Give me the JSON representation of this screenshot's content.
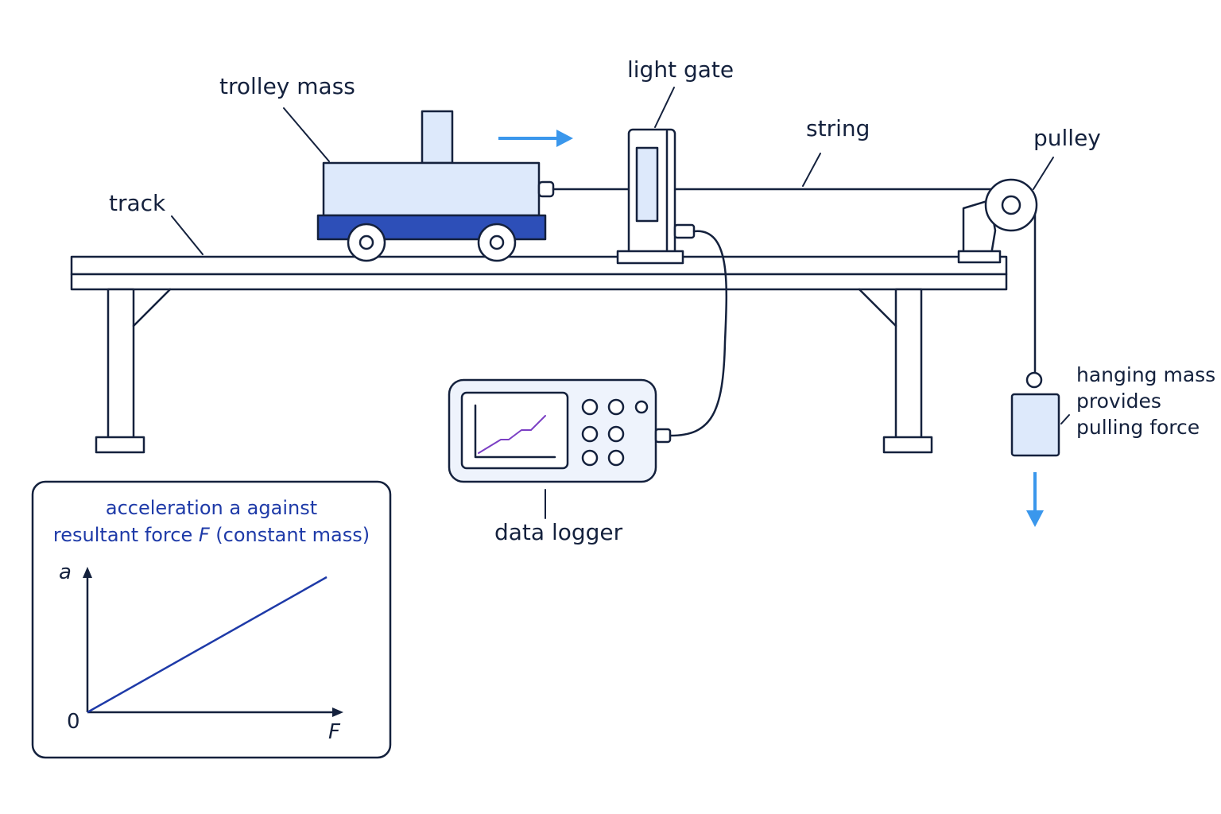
{
  "labels": {
    "trolley_mass": "trolley mass",
    "light_gate": "light gate",
    "string": "string",
    "pulley": "pulley",
    "track": "track",
    "data_logger": "data logger",
    "hanging_mass": {
      "line1": "hanging mass",
      "line2": "provides",
      "line3": "pulling force"
    }
  },
  "graph": {
    "title_line1": "acceleration a against",
    "title_line2_prefix": "resultant force ",
    "title_line2_var": "F",
    "title_line2_suffix": " (constant mass)",
    "y_axis_label": "a",
    "x_axis_label": "F",
    "origin_label": "0"
  },
  "colors": {
    "outline": "#14213d",
    "fill_light": "#dde9fb",
    "trolley_base": "#2d4fb8",
    "arrow": "#3a97ec",
    "graph_line": "#1e3aa8",
    "logger_trace": "#7b3fc4"
  }
}
